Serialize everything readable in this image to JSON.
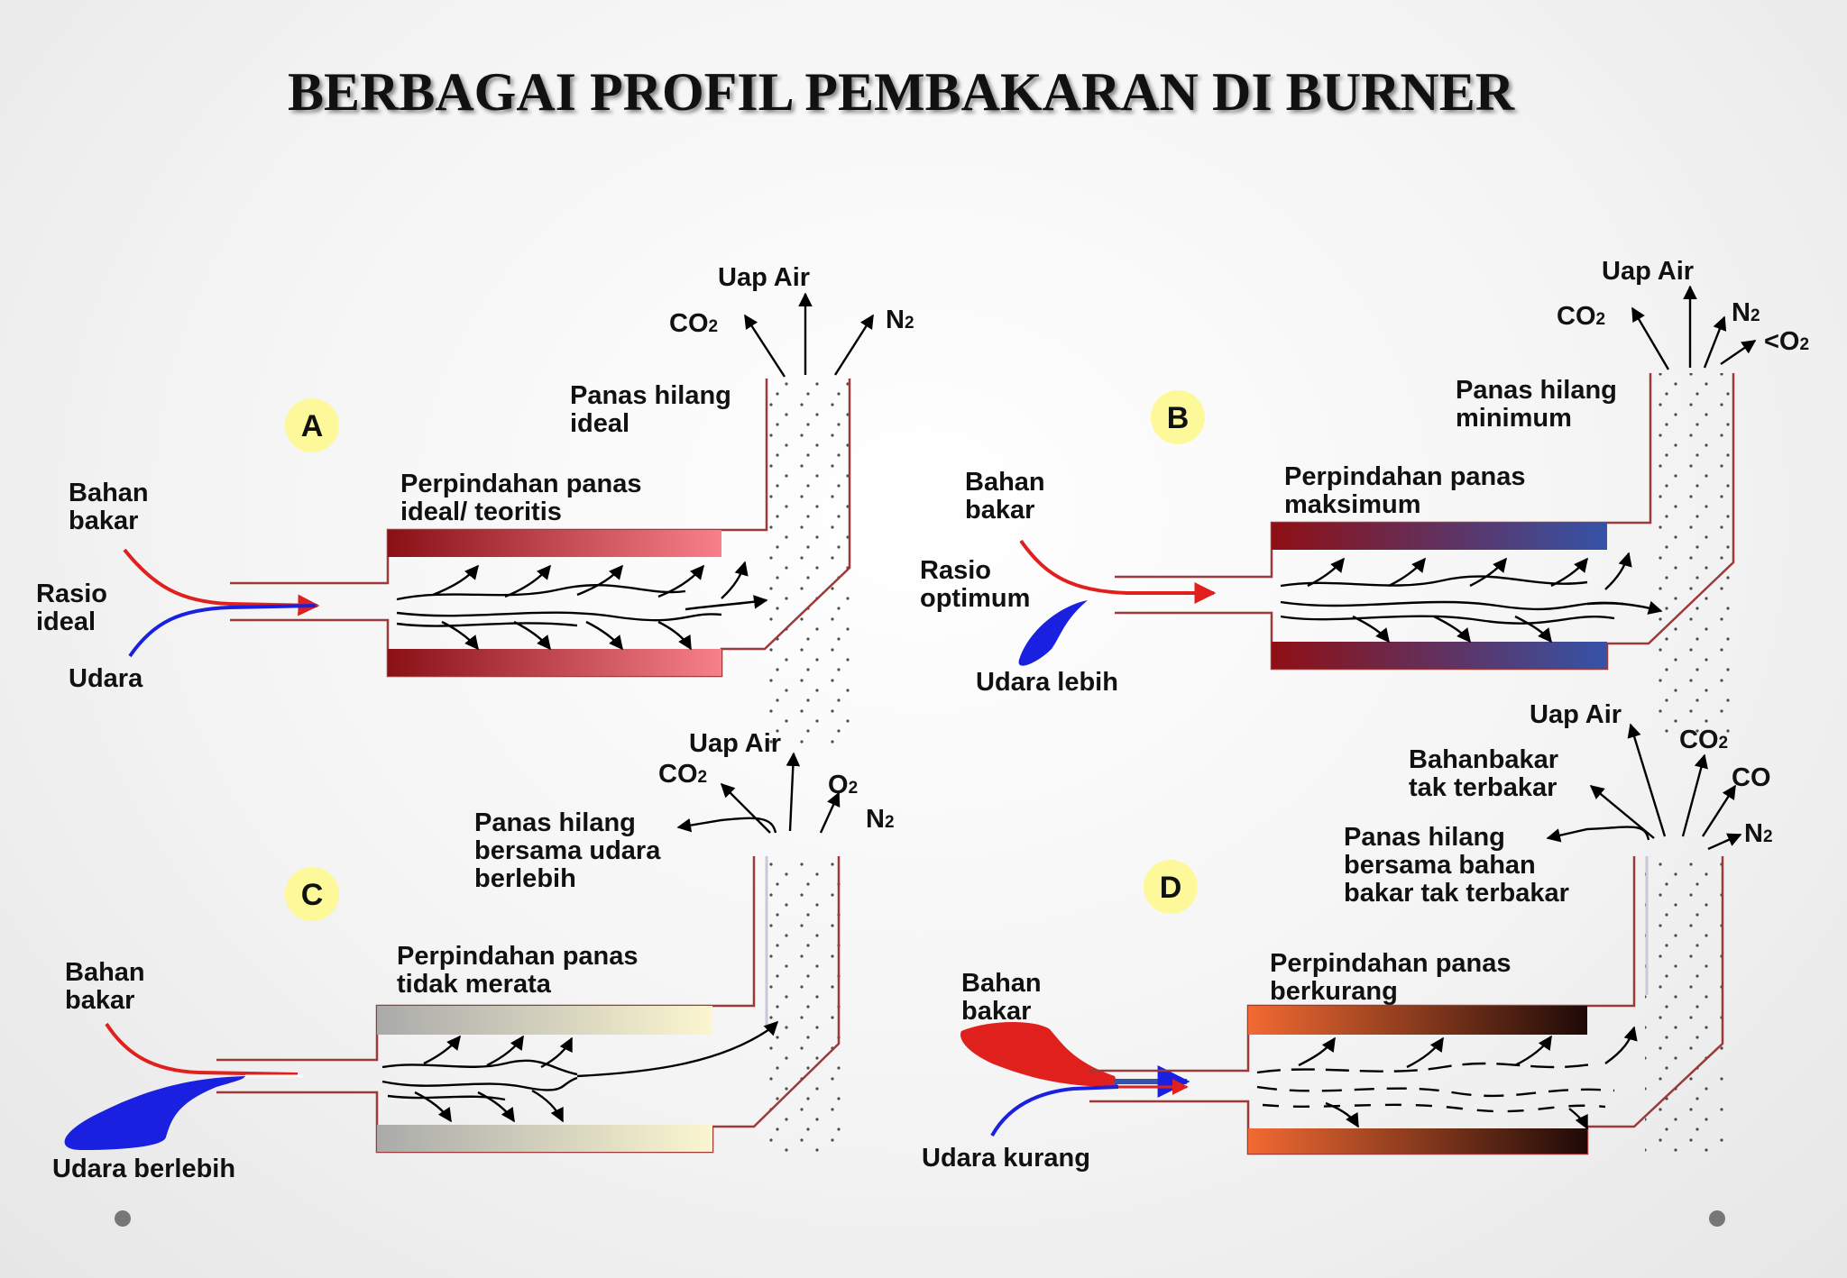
{
  "title": "BERBAGAI PROFIL PEMBAKARAN DI BURNER",
  "colors": {
    "fuel": "#e0201c",
    "air": "#1a20e0",
    "wall": "#9a3a3a",
    "badge": "#fdf99a"
  },
  "panels": {
    "A": {
      "badge": "A",
      "fuel": [
        "Bahan",
        "bakar"
      ],
      "ratio": [
        "Rasio",
        "ideal"
      ],
      "air": "Udara",
      "heat_transfer": [
        "Perpindahan panas",
        "ideal/ teoritis"
      ],
      "heat_loss": [
        "Panas hilang",
        "ideal"
      ],
      "out_steam": "Uap Air",
      "out_co2": [
        "CO",
        "2"
      ],
      "out_n2": [
        "N",
        "2"
      ]
    },
    "B": {
      "badge": "B",
      "fuel": [
        "Bahan",
        "bakar"
      ],
      "ratio": [
        "Rasio",
        "optimum"
      ],
      "air": "Udara lebih",
      "heat_transfer": [
        "Perpindahan panas",
        "maksimum"
      ],
      "heat_loss": [
        "Panas hilang",
        "minimum"
      ],
      "out_steam": "Uap Air",
      "out_co2": [
        "CO",
        "2"
      ],
      "out_n2": [
        "N",
        "2"
      ],
      "out_o2": [
        "<O",
        "2"
      ]
    },
    "C": {
      "badge": "C",
      "fuel": [
        "Bahan",
        "bakar"
      ],
      "air": "Udara berlebih",
      "heat_transfer": [
        "Perpindahan panas",
        "tidak merata"
      ],
      "heat_loss": [
        "Panas hilang",
        "bersama udara",
        "berlebih"
      ],
      "out_steam": "Uap Air",
      "out_co2": [
        "CO",
        "2"
      ],
      "out_o2": [
        "O",
        "2"
      ],
      "out_n2": [
        "N",
        "2"
      ]
    },
    "D": {
      "badge": "D",
      "fuel": [
        "Bahan",
        "bakar"
      ],
      "air": "Udara kurang",
      "heat_transfer": [
        "Perpindahan panas",
        "berkurang"
      ],
      "heat_loss": [
        "Panas hilang",
        "bersama bahan",
        "bakar tak terbakar"
      ],
      "unburned": [
        "Bahanbakar",
        "tak terbakar"
      ],
      "out_steam": "Uap Air",
      "out_co2": [
        "CO",
        "2"
      ],
      "out_co": "CO",
      "out_n2": [
        "N",
        "2"
      ]
    }
  }
}
